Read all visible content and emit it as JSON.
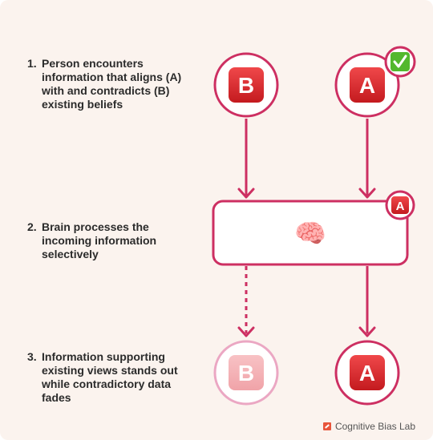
{
  "steps": [
    {
      "number": "1.",
      "text": "Person encounters information that aligns (A) with and contradicts (B) existing beliefs"
    },
    {
      "number": "2.",
      "text": "Brain processes the incoming information selectively"
    },
    {
      "number": "3.",
      "text": "Information supporting existing views stands out while contradictory data fades"
    }
  ],
  "nodes": {
    "top_b": "B",
    "top_a": "A",
    "process_badge": "A",
    "bottom_b": "B",
    "bottom_a": "A",
    "check": "✓",
    "brain": "🧠"
  },
  "colors": {
    "accent": "#cd2f62",
    "badge_red": "#d32626",
    "faded_circle": "#eba7c3",
    "faded_badge": "#f3b0b6",
    "check_green": "#53b82e",
    "background": "#fbf3ee"
  },
  "footer": {
    "brand": "Cognitive Bias Lab"
  }
}
